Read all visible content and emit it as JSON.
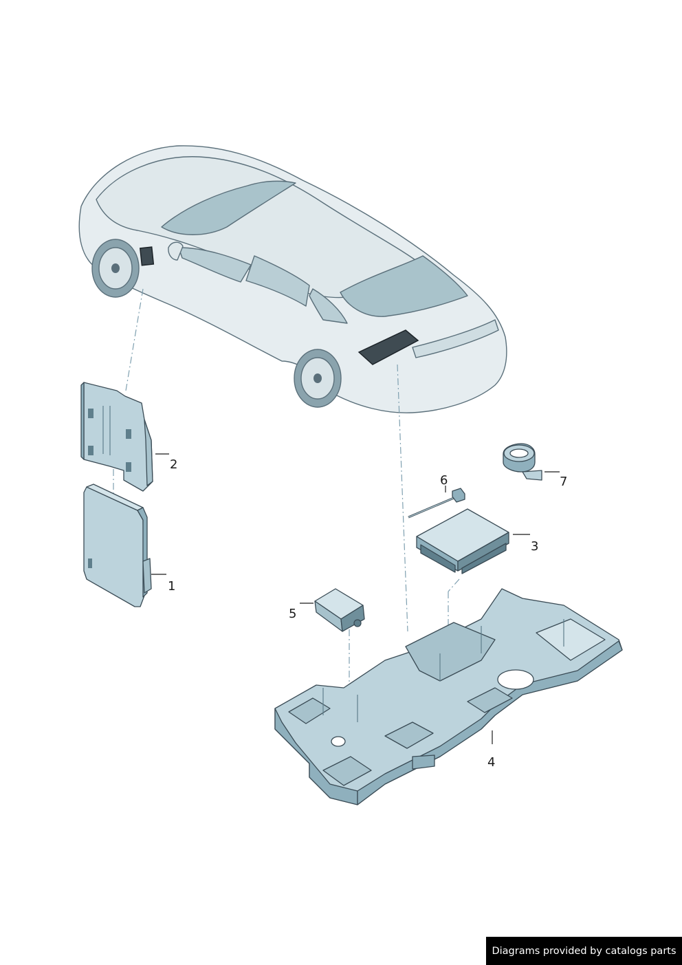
{
  "callouts": [
    {
      "id": "p1",
      "label": "1"
    },
    {
      "id": "p2",
      "label": "2"
    },
    {
      "id": "p3",
      "label": "3"
    },
    {
      "id": "p4",
      "label": "4"
    },
    {
      "id": "p5",
      "label": "5"
    },
    {
      "id": "p6",
      "label": "6"
    },
    {
      "id": "p7",
      "label": "7"
    }
  ],
  "colors": {
    "part_fill": "#bcd3dc",
    "part_dark": "#8fb0bd",
    "part_shadow": "#5f7f8c",
    "car_body": "#e4ecef",
    "car_glass": "#a9c3cb",
    "highlight": "#3f4b52"
  },
  "footer": {
    "credit": "Diagrams provided by catalogs parts"
  }
}
